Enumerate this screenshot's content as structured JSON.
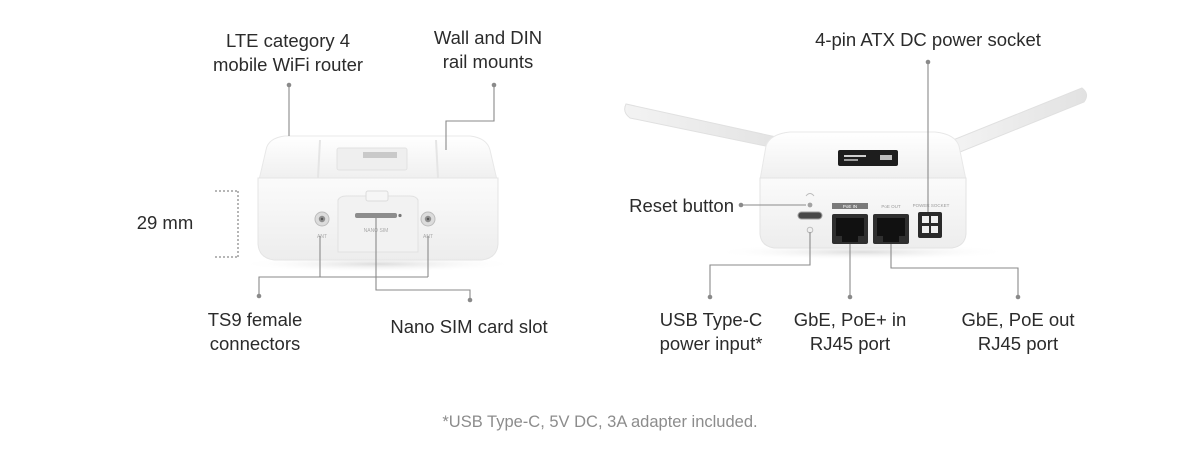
{
  "front_view": {
    "lte_label": [
      "LTE category 4",
      "mobile WiFi router"
    ],
    "mount_label": [
      "Wall and DIN",
      "rail mounts"
    ],
    "height_label": "29 mm",
    "ts9_label": [
      "TS9 female",
      "connectors"
    ],
    "sim_label": "Nano SIM card slot",
    "port_text_left": "ANT",
    "port_text_right": "ANT",
    "port_text_center": "NANO SIM"
  },
  "rear_view": {
    "power_label": "4-pin ATX DC power socket",
    "reset_label": "Reset button",
    "usb_label": [
      "USB Type-C",
      "power input*"
    ],
    "poe_in_label": [
      "GbE, PoE+ in",
      "RJ45 port"
    ],
    "poe_out_label": [
      "GbE, PoE out",
      "RJ45 port"
    ],
    "port_text_poe_in": "PoE IN",
    "port_text_poe_out": "PoE OUT",
    "port_text_power": "POWER SOCKET"
  },
  "footnote": "*USB Type-C, 5V DC, 3A adapter included.",
  "colors": {
    "leader_line": "#8a8a8a",
    "device_body": "#f7f7f7",
    "device_shade": "#e6e6e6",
    "text": "#2b2b2b",
    "footnote": "#8c8c8c"
  }
}
